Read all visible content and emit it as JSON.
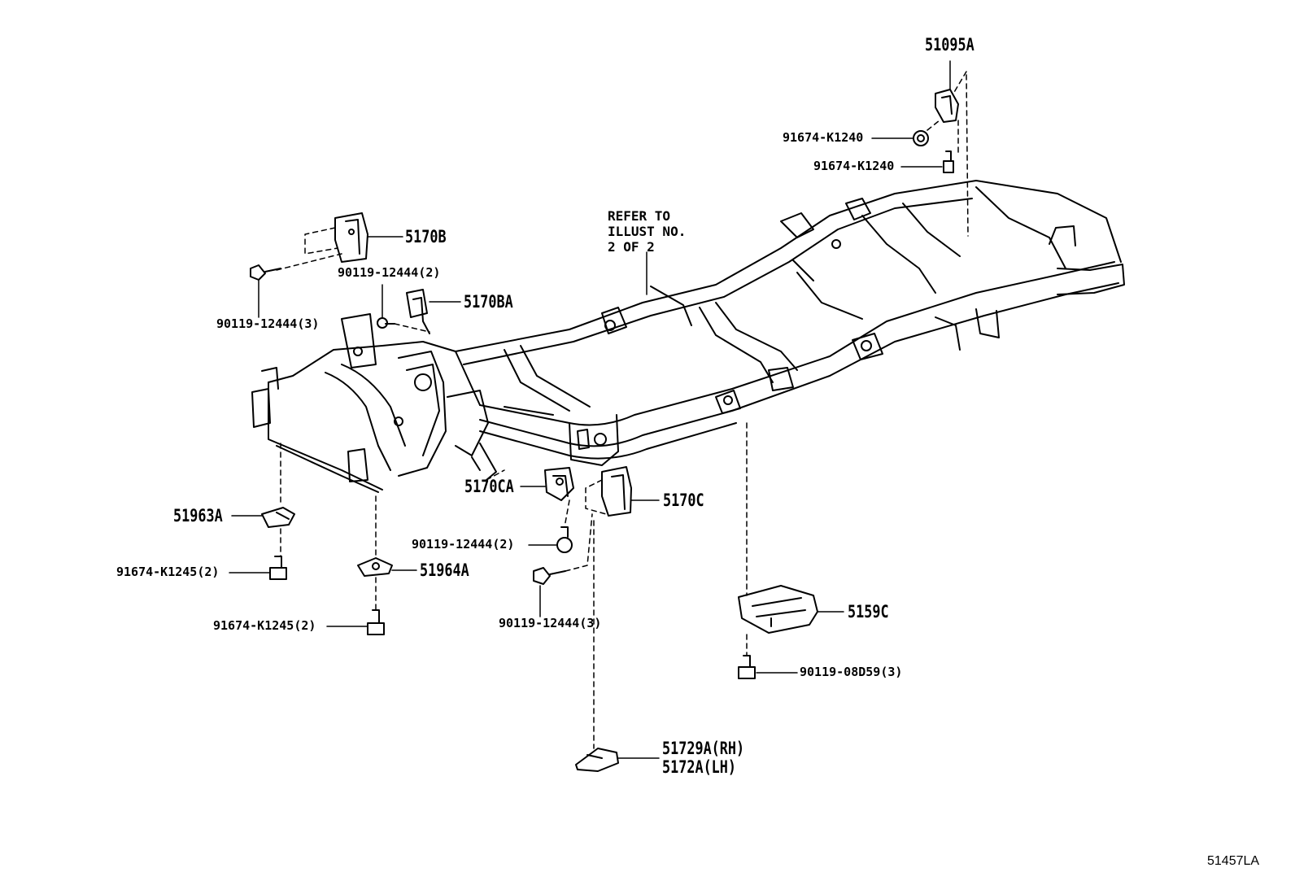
{
  "labels": {
    "p51095A": "51095A",
    "p91674_K1240_a": "91674-K1240",
    "p91674_K1240_b": "91674-K1240",
    "p5170B": "5170B",
    "p90119_12444_2_top": "90119-12444(2)",
    "p5170BA": "5170BA",
    "p90119_12444_3_left": "90119-12444(3)",
    "refer_note": [
      "REFER TO",
      "ILLUST NO.",
      "2 OF 2"
    ],
    "p5170CA": "5170CA",
    "p5170C": "5170C",
    "p51963A": "51963A",
    "p90119_12444_2_mid": "90119-12444(2)",
    "p91674_K1245_2_a": "91674-K1245(2)",
    "p51964A": "51964A",
    "p90119_12444_3_mid": "90119-12444(3)",
    "p5159C": "5159C",
    "p91674_K1245_2_b": "91674-K1245(2)",
    "p90119_08D59_3": "90119-08D59(3)",
    "p51729A_RH": "51729A(RH)",
    "p5172A_LH": "5172A(LH)"
  },
  "diagram_id": "51457LA",
  "colors": {
    "ink": "#000000",
    "background": "#ffffff"
  }
}
